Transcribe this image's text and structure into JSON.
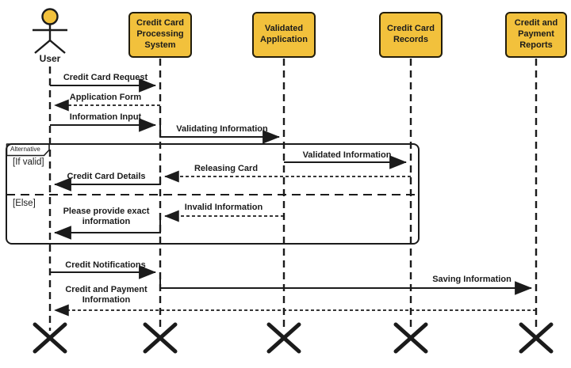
{
  "diagram": {
    "type": "uml-sequence",
    "actor": {
      "label": "User"
    },
    "participants": [
      {
        "label": "Credit Card Processing System"
      },
      {
        "label": "Validated Application"
      },
      {
        "label": "Credit Card Records"
      },
      {
        "label": "Credit and Payment Reports"
      }
    ],
    "alt_frame": {
      "label": "Alternative",
      "guards": [
        {
          "label": "[If valid]"
        },
        {
          "label": "[Else]"
        }
      ]
    },
    "messages": [
      {
        "label": "Credit Card Request",
        "from": "User",
        "to": "Credit Card Processing System",
        "line": "solid"
      },
      {
        "label": "Application Form",
        "from": "Credit Card Processing System",
        "to": "User",
        "line": "dashed"
      },
      {
        "label": "Information Input",
        "from": "User",
        "to": "Credit Card Processing System",
        "line": "solid"
      },
      {
        "label": "Validating Information",
        "from": "Credit Card Processing System",
        "to": "Validated Application",
        "line": "solid"
      },
      {
        "label": "Validated Information",
        "from": "Validated Application",
        "to": "Credit Card Records",
        "line": "solid"
      },
      {
        "label": "Releasing Card",
        "from": "Credit Card Records",
        "to": "Credit Card Processing System",
        "line": "dashed"
      },
      {
        "label": "Credit Card Details",
        "from": "Credit Card Processing System",
        "to": "User",
        "line": "solid"
      },
      {
        "label": "Invalid Information",
        "from": "Validated Application",
        "to": "Credit Card Processing System",
        "line": "dashed"
      },
      {
        "label": "Please provide exact information",
        "from": "Credit Card Processing System",
        "to": "User",
        "line": "solid"
      },
      {
        "label": "Credit Notifications",
        "from": "User",
        "to": "Credit Card Processing System",
        "line": "solid"
      },
      {
        "label": "Saving Information",
        "from": "Credit Card Processing System",
        "to": "Credit and Payment Reports",
        "line": "solid"
      },
      {
        "label": "Credit and Payment Information",
        "from": "Credit and Payment Reports",
        "to": "User",
        "line": "dashed"
      }
    ],
    "colors": {
      "participant_fill": "#F2C13C",
      "stroke": "#1b1b1b",
      "background": "#ffffff"
    }
  }
}
